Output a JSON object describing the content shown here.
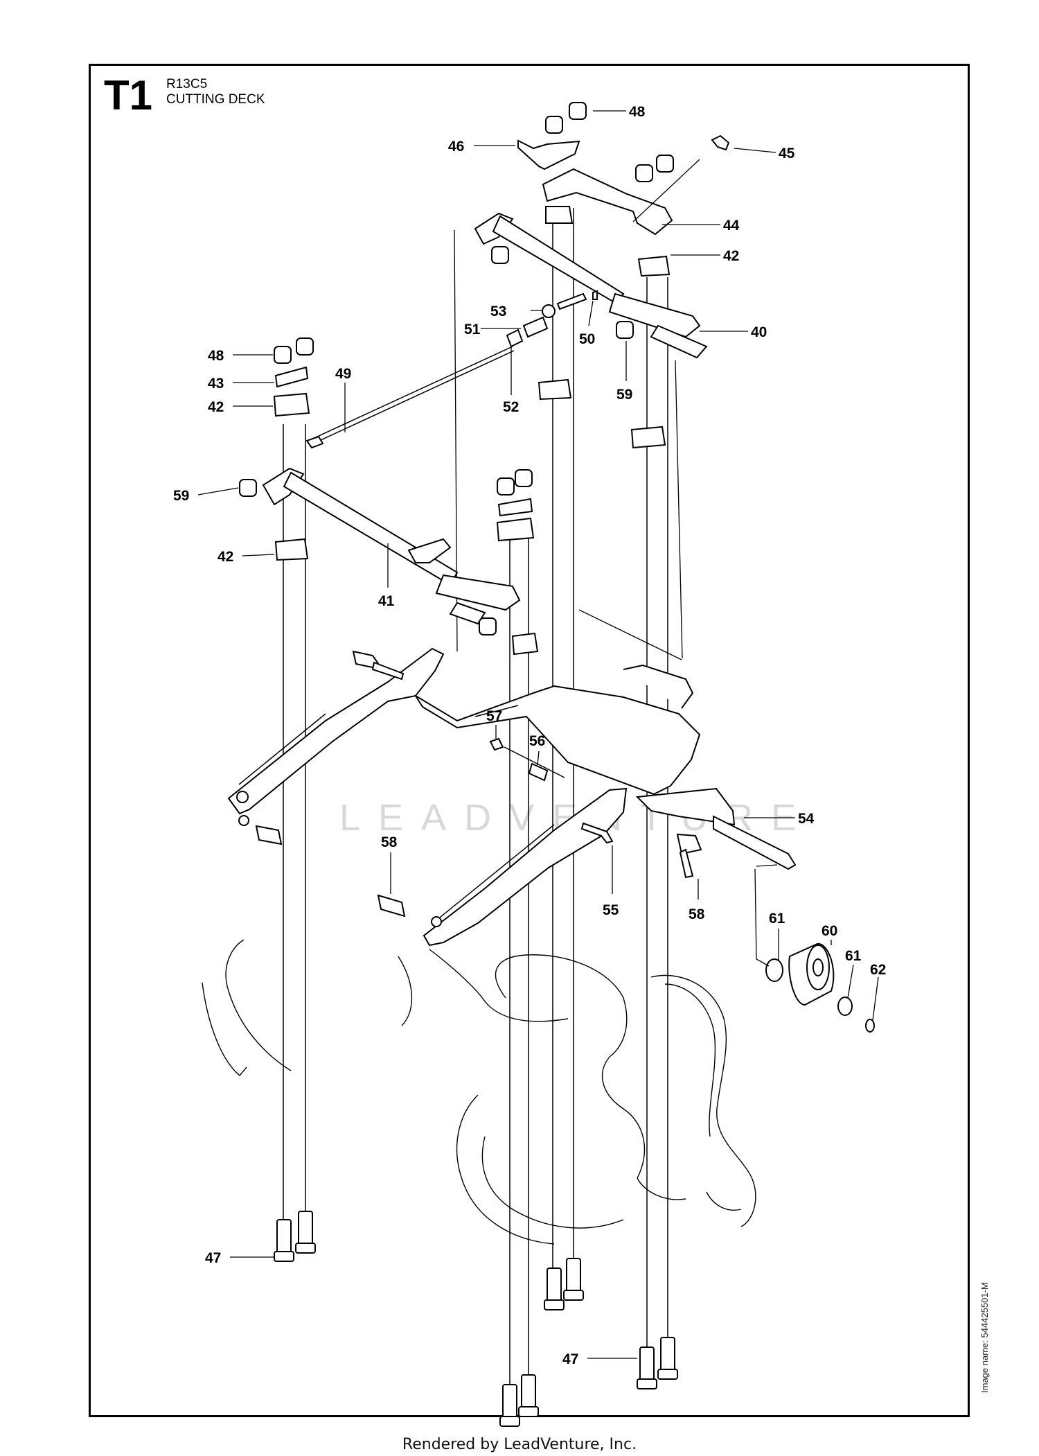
{
  "header": {
    "page_code": "T1",
    "model": "R13C5",
    "title": "CUTTING DECK"
  },
  "side_note": "Image name: 544425501-M",
  "footer": "Rendered by LeadVenture, Inc.",
  "watermark": "LEADVENTURE",
  "callouts": [
    {
      "id": "c48a",
      "label": "48"
    },
    {
      "id": "c46",
      "label": "46"
    },
    {
      "id": "c45",
      "label": "45"
    },
    {
      "id": "c44",
      "label": "44"
    },
    {
      "id": "c42a",
      "label": "42"
    },
    {
      "id": "c40",
      "label": "40"
    },
    {
      "id": "c53",
      "label": "53"
    },
    {
      "id": "c51",
      "label": "51"
    },
    {
      "id": "c50",
      "label": "50"
    },
    {
      "id": "c52",
      "label": "52"
    },
    {
      "id": "c59a",
      "label": "59"
    },
    {
      "id": "c48b",
      "label": "48"
    },
    {
      "id": "c43",
      "label": "43"
    },
    {
      "id": "c42b",
      "label": "42"
    },
    {
      "id": "c49",
      "label": "49"
    },
    {
      "id": "c59b",
      "label": "59"
    },
    {
      "id": "c42c",
      "label": "42"
    },
    {
      "id": "c41",
      "label": "41"
    },
    {
      "id": "c57",
      "label": "57"
    },
    {
      "id": "c56",
      "label": "56"
    },
    {
      "id": "c54",
      "label": "54"
    },
    {
      "id": "c58a",
      "label": "58"
    },
    {
      "id": "c55",
      "label": "55"
    },
    {
      "id": "c58b",
      "label": "58"
    },
    {
      "id": "c61a",
      "label": "61"
    },
    {
      "id": "c60",
      "label": "60"
    },
    {
      "id": "c61b",
      "label": "61"
    },
    {
      "id": "c62",
      "label": "62"
    },
    {
      "id": "c47a",
      "label": "47"
    },
    {
      "id": "c47b",
      "label": "47"
    }
  ]
}
